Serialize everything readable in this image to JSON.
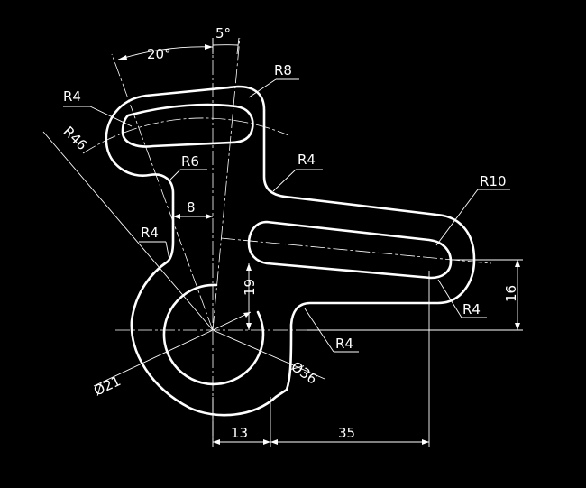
{
  "colors": {
    "background": "#000000",
    "line": "#ffffff"
  },
  "dimensions": {
    "angle_20": "20°",
    "angle_5": "5°",
    "r8": "R8",
    "r4_top_left": "R4",
    "r46": "R46",
    "r6": "R6",
    "r4_upper_right": "R4",
    "r10": "R10",
    "width_8": "8",
    "r4_left": "R4",
    "height_19": "19",
    "height_16": "16",
    "r4_lower_right": "R4",
    "r4_bottom": "R4",
    "dia_21": "Ø21",
    "dia_36": "Ø36",
    "width_13": "13",
    "width_35": "35"
  }
}
